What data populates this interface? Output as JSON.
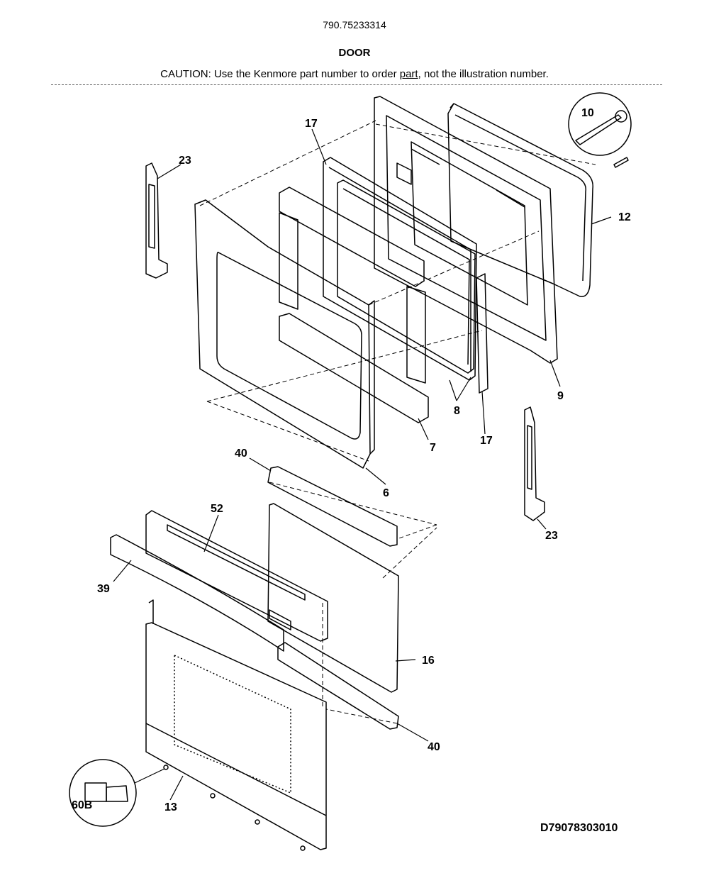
{
  "header": {
    "model": "790.75233314",
    "title": "DOOR",
    "caution_pre": "CAUTION: Use the Kenmore part number to order ",
    "caution_link": "part",
    "caution_post": ", not the illustration number."
  },
  "callouts": {
    "c10": "10",
    "c12": "12",
    "c17a": "17",
    "c23a": "23",
    "c9": "9",
    "c8": "8",
    "c7": "7",
    "c17b": "17",
    "c6": "6",
    "c40a": "40",
    "c52": "52",
    "c39": "39",
    "c16": "16",
    "c40b": "40",
    "c23b": "23",
    "c13": "13",
    "c60b": "60B"
  },
  "diagram_id": "D79078303010"
}
